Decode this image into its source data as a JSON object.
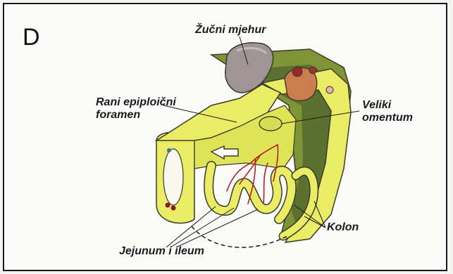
{
  "panel": {
    "letter": "D"
  },
  "labels": {
    "gallbladder": "Žučni mjehur",
    "epiploic_foramen": "Rani epiploični\nforamen",
    "greater_omentum": "Veliki\nomentum",
    "colon": "Kolon",
    "jejunum_ileum": "Jejunum i ileum"
  },
  "colors": {
    "mesentery_yellow": "#e9ec64",
    "outline": "#3a3a2a",
    "olive_green": "#8a9c3c",
    "dark_green": "#5c7030",
    "gallbladder_gray": "#9e9594",
    "stomach_orange": "#cc7d4d",
    "artery_red": "#b32020"
  }
}
